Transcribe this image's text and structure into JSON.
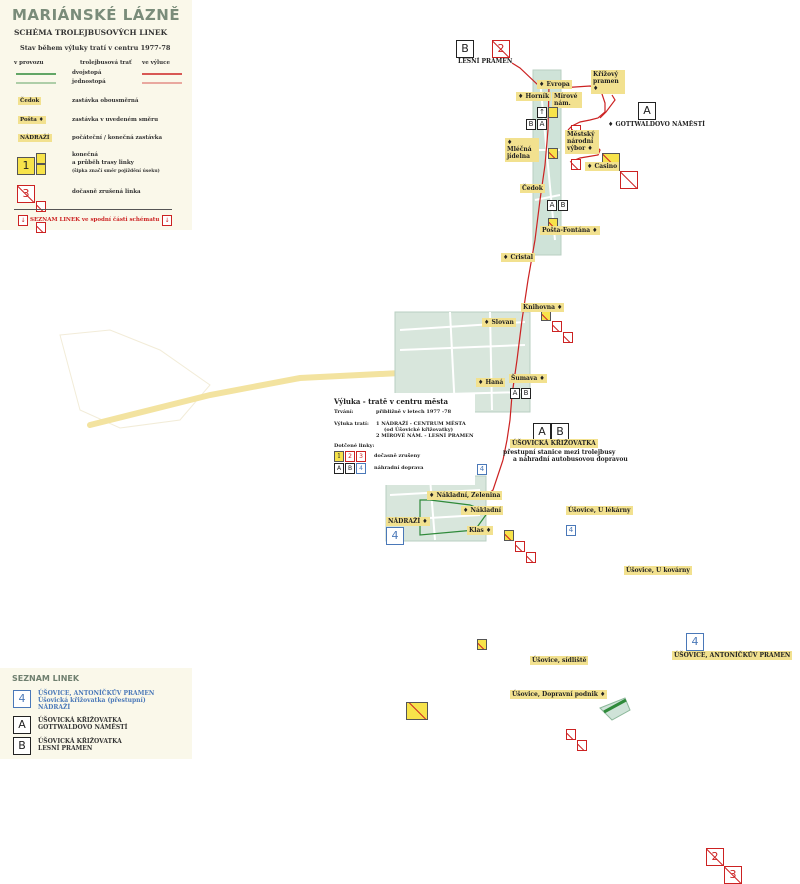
{
  "legend": {
    "title": "MARIÁNSKÉ LÁZNĚ",
    "subtitle": "SCHÉMA TROLEJBUSOVÝCH LINEK",
    "period": "Stav během výluky tratí v centru 1977-78",
    "col_provoz": "v provozu",
    "col_trat": "trolejbusová trať",
    "col_vyluka": "ve výluce",
    "dvojstopa": "dvojstopá",
    "jednostopa": "jednostopá",
    "chip_cedok": "Čedok",
    "txt_obousmerna": "zastávka obousměrná",
    "chip_posta": "Pošta ♦",
    "txt_smer": "zastávka v uvedeném směru",
    "chip_nadrazi": "NÁDRAŽÍ",
    "txt_konecna": "počáteční / konečná zastávka",
    "line_num": "1",
    "txt_konecna2": "konečná",
    "txt_prubeh": "a průběh trasy linky",
    "txt_sipka": "(šipka značí směr pojíždění úseku)",
    "cancel_num": "3",
    "txt_docasne": "dočasně zrušená linka",
    "seznam_hint": "SEZNAM LINEK ve spodní části schématu"
  },
  "stops": {
    "lesni_pramen": "LESNÍ PRAMEN",
    "evropa": "Evropa",
    "krizovy_pramen": "Křížový pramen",
    "hornik": "Horník",
    "mirove_nam": "Mírové nám.",
    "gottwaldovo": "GOTTWALDOVO NÁMĚSTÍ",
    "mestsky": "Městský národní výbor",
    "mlecna": "Mléčná jídelna",
    "casino": "Casino",
    "cedok": "Čedok",
    "posta_fontana": "Pošta-Fontána",
    "cristal": "Cristal",
    "knihovna": "Knihovna",
    "slovan": "Slovan",
    "hana": "Haná",
    "sumava": "Šumava",
    "usovicka": "ÚŠOVICKÁ KŘIŽOVATKA",
    "prestupni": "přestupní stanice mezi trolejbusy",
    "nahradni_doprava_note": "a náhradní autobusovou dopravou",
    "nakladni_zelenina": "Nákladní, Zelenina",
    "nakladni": "Nákladní",
    "nadrazi": "NÁDRAŽÍ",
    "klas": "Klas",
    "u_lekarny": "Úšovice, U lékárny",
    "u_kovarny": "Úšovice, U kovárny",
    "antonickuv": "ÚŠOVICE, ANTONÍČKŮV PRAMEN",
    "sidliste": "Úšovice, sídliště",
    "dopravni_podnik": "Úšovice, Dopravní podnik"
  },
  "markers": {
    "B": "B",
    "A": "A",
    "two": "2",
    "one": "1",
    "three": "3",
    "four": "4"
  },
  "inset": {
    "title": "Výluka - tratě v centru města",
    "trvani_label": "Trvání:",
    "trvani_val": "přibližně v letech 1977 -78",
    "vyluka_label": "Výluka tratí:",
    "vyluka_1": "1 NÁDRAŽÍ - CENTRUM MĚSTA",
    "vyluka_1b": "(od Úšovické křižovatky)",
    "vyluka_2": "2 MÍROVÉ NÁM. - LESNÍ PRAMEN",
    "dotcene": "Dotčené linky:",
    "docasne": "dočasně zrušeny",
    "nahradni": "náhradní doprava"
  },
  "seznam": {
    "title": "SEZNAM LINEK",
    "line4_a": "ÚŠOVICE, ANTONÍČKŮV PRAMEN",
    "line4_b": "Úšovická křižovatka (přestupní)",
    "line4_c": "NÁDRAŽÍ",
    "lineA_a": "ÚŠOVICKÁ KŘIŽOVATKA",
    "lineA_b": "GOTTWALDOVO NÁMĚSTÍ",
    "lineB_a": "ÚŠOVICKÁ KŘIŽOVATKA",
    "lineB_b": "LESNÍ PRAMEN"
  },
  "colors": {
    "green": "#2f8a3a",
    "red": "#cc2222",
    "yellow": "#f7e34a",
    "road": "#f3e3a0",
    "stop_bg": "#f2e18f",
    "map_green": "#cfe3d8",
    "blue": "#4a78b8"
  }
}
